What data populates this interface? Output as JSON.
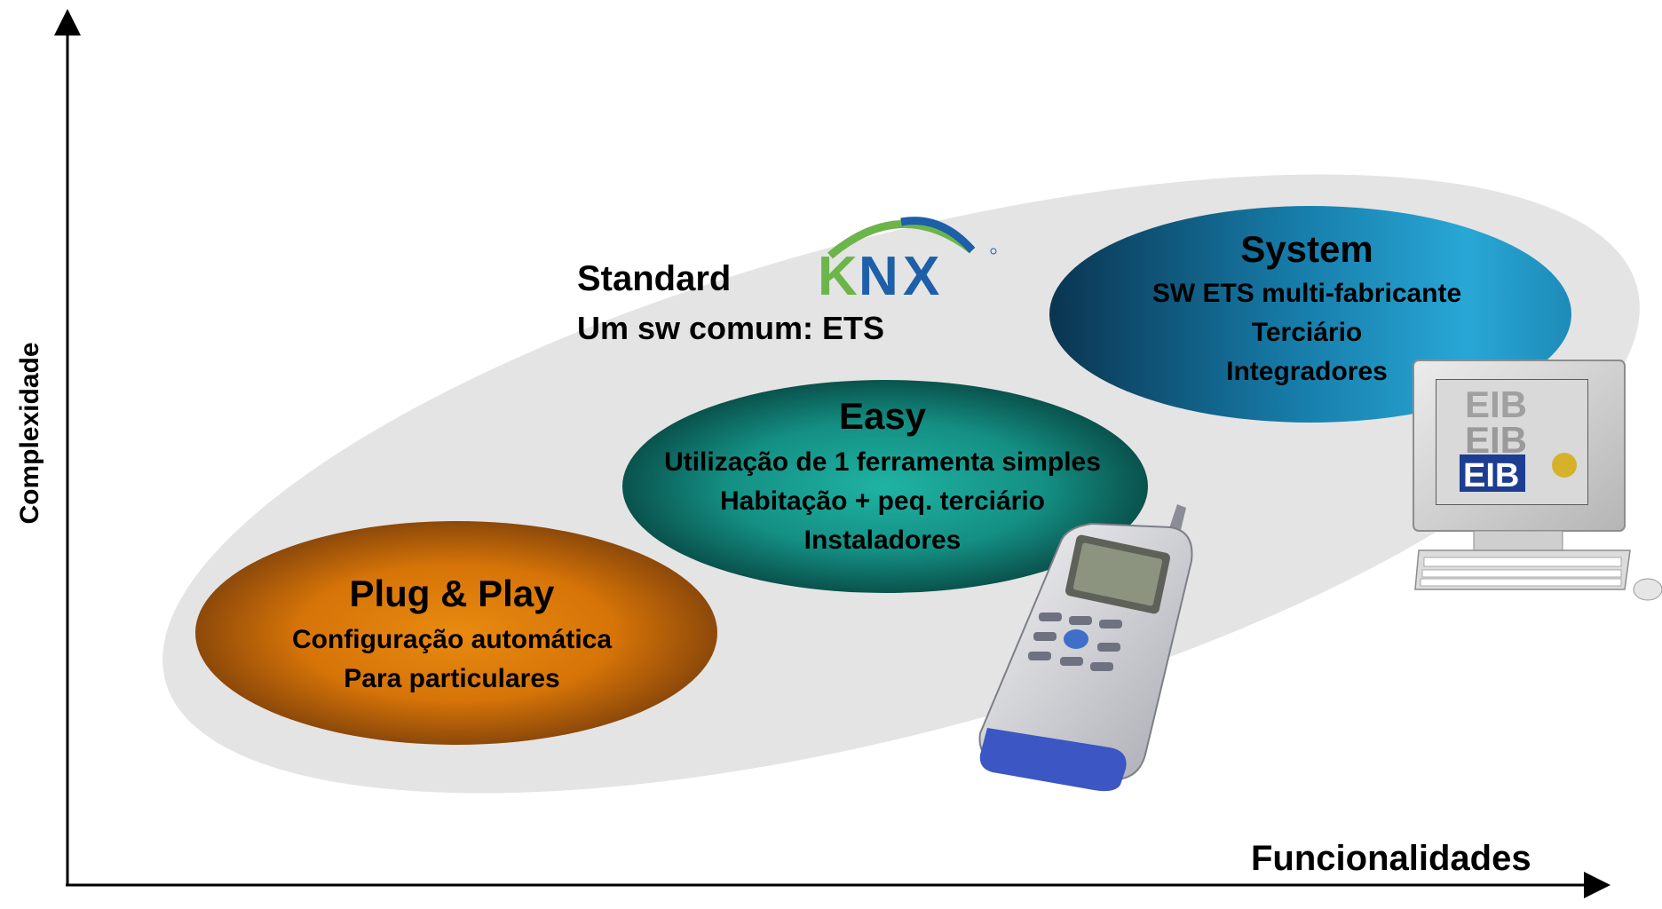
{
  "axes": {
    "y_label": "Complexidade",
    "x_label": "Funcionalidades"
  },
  "standard": {
    "title": "Standard",
    "subtitle": "Um sw comum: ETS",
    "logo_text": "KNX"
  },
  "plug_and_play": {
    "title": "Plug & Play",
    "lines": [
      "Configuração automática",
      "Para particulares"
    ]
  },
  "easy": {
    "title": "Easy",
    "lines": [
      "Utilização de 1 ferramenta simples",
      "Habitação +  peq. terciário",
      "Instaladores"
    ]
  },
  "system": {
    "title": "System",
    "lines": [
      "SW ETS multi-fabricante",
      "Terciário",
      "Integradores"
    ]
  },
  "pc_screen": {
    "logo_text": "EIB"
  },
  "colors": {
    "background_ellipse": "#e4e4e4",
    "plug_and_play": "#d87608",
    "easy": "#1a9e90",
    "system": "#1787b8",
    "knx_green": "#6cb54a",
    "knx_blue": "#1d5fa8"
  }
}
